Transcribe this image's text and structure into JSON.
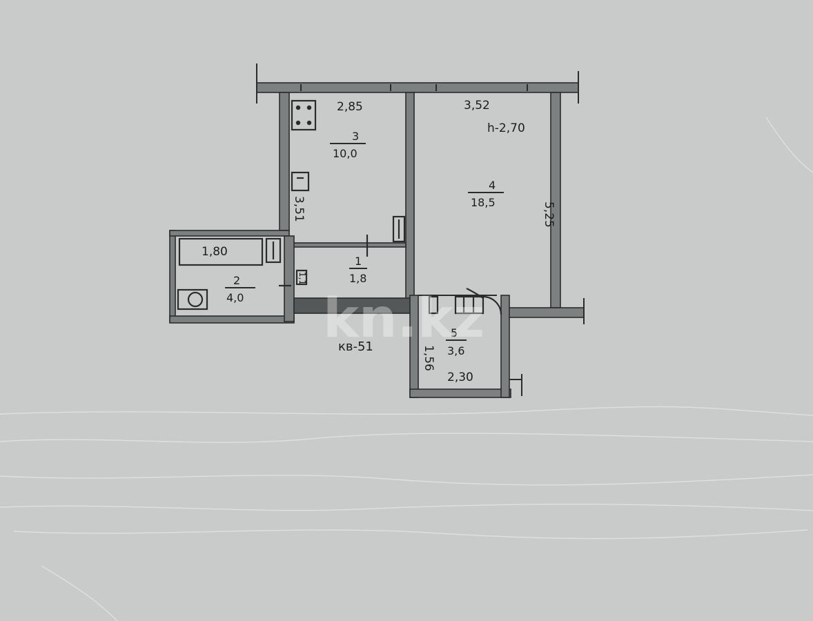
{
  "apartment_label": "кв-51",
  "ceiling_height": "h-2,70",
  "rooms": [
    {
      "number": "1",
      "area": "1,8"
    },
    {
      "number": "2",
      "area": "4,0"
    },
    {
      "number": "3",
      "area": "10,0"
    },
    {
      "number": "4",
      "area": "18,5"
    },
    {
      "number": "5",
      "area": "3,6"
    }
  ],
  "dimensions": {
    "kitchen_width": "2,85",
    "room_width": "3,52",
    "room_length": "5,25",
    "kitchen_length": "3,51",
    "bath_length": "1,80",
    "balcony_length": "2,30",
    "balcony_depth": "1,56",
    "toilet_width": "1,1"
  },
  "watermark": "kn.kz",
  "colors": {
    "paper": "#c9cbcb",
    "wall": "#7d8080",
    "ink": "#1c1c1c"
  }
}
